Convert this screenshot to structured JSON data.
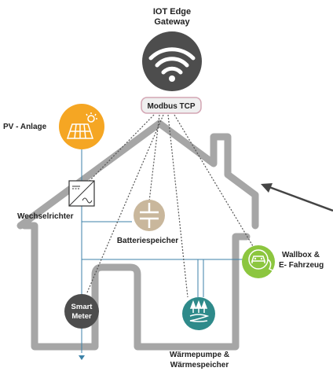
{
  "gateway": {
    "title_line1": "IOT Edge",
    "title_line2": "Gateway",
    "icon": "wifi-icon"
  },
  "protocol": {
    "label": "Modbus TCP"
  },
  "components": {
    "pv": {
      "label": "PV - Anlage",
      "icon": "solar-panel-icon",
      "color": "#F5A623"
    },
    "inverter": {
      "label": "Wechselrichter",
      "icon": "inverter-icon"
    },
    "battery": {
      "label": "Batteriespeicher",
      "icon": "battery-icon",
      "color": "#C9B79C"
    },
    "wallbox": {
      "label_line1": "Wallbox &",
      "label_line2": "E- Fahrzeug",
      "icon": "ev-charging-icon",
      "color": "#8CC63F"
    },
    "smart_meter": {
      "label_line1": "Smart",
      "label_line2": "Meter",
      "icon": "meter-icon",
      "color": "#4D4D4D"
    },
    "heat_pump": {
      "label_line1": "Wärmepumpe &",
      "label_line2": "Wärmespeicher",
      "icon": "heat-pump-icon",
      "color": "#2E8A8A"
    }
  },
  "colors": {
    "house_outline": "#A6A6A6",
    "power_line": "#3C82A8",
    "gateway": "#4D4D4D",
    "arrow": "#444444"
  }
}
